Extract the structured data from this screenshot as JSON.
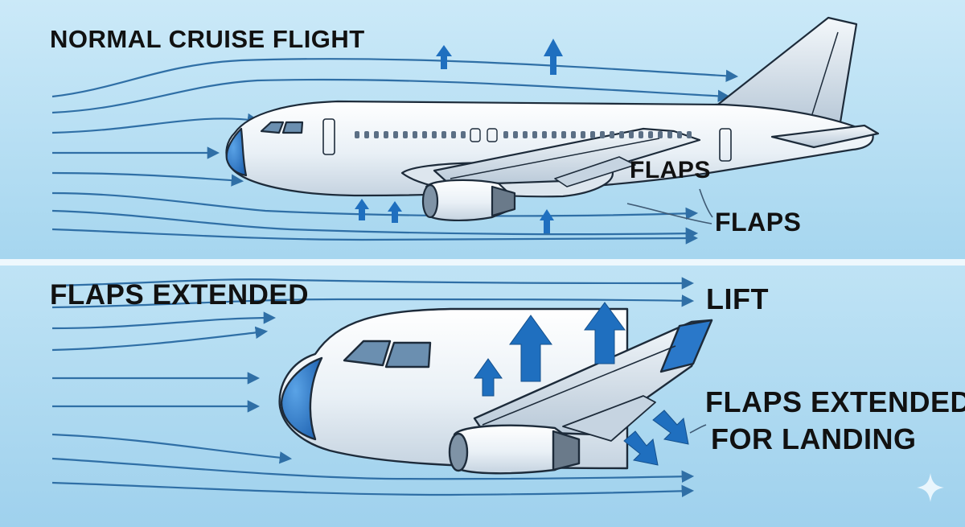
{
  "panels": {
    "top": {
      "title": "NORMAL CRUISE FLIGHT",
      "labels": {
        "flaps_wing": "FLAPS",
        "flaps_callout": "FLAPS"
      }
    },
    "bottom": {
      "title": "FLAPS EXTENDED",
      "labels": {
        "lift": "LIFT",
        "flaps_line1": "FLAPS EXTENDED",
        "flaps_line2": "FOR LANDING"
      }
    }
  },
  "colors": {
    "sky_light": "#d6eef9",
    "sky_mid": "#a9d7f0",
    "divider": "#eef8fd",
    "airflow_line": "#2f6fa6",
    "lift_arrow": "#1f6fbf",
    "nose": "#2a78c9",
    "fuselage": "#eef4f9",
    "outline": "#1d2b3a"
  },
  "icons": {
    "sparkle": "sparkle-icon"
  }
}
